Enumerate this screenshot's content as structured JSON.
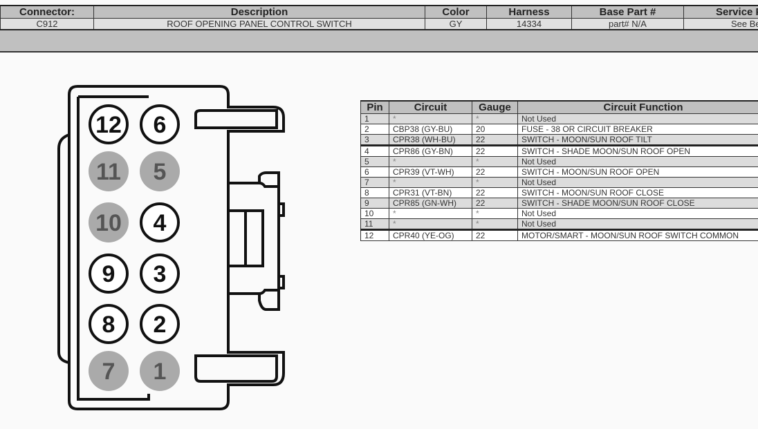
{
  "header": {
    "columns": [
      "Connector:",
      "Description",
      "Color",
      "Harness",
      "Base Part #",
      "Service Pack"
    ],
    "row": [
      "C912",
      "ROOF OPENING PANEL CONTROL SWITCH",
      "GY",
      "14334",
      "part# N/A",
      "See Below"
    ]
  },
  "pin_table": {
    "columns": [
      "Pin",
      "Circuit",
      "Gauge",
      "Circuit Function"
    ],
    "rows": [
      [
        "1",
        "*",
        "*",
        "Not Used"
      ],
      [
        "2",
        "CBP38 (GY-BU)",
        "20",
        "FUSE - 38 OR CIRCUIT BREAKER"
      ],
      [
        "3",
        "CPR38 (WH-BU)",
        "22",
        "SWITCH - MOON/SUN ROOF TILT"
      ],
      [
        "4",
        "CPR86 (GY-BN)",
        "22",
        "SWITCH - SHADE MOON/SUN ROOF OPEN"
      ],
      [
        "5",
        "*",
        "*",
        "Not Used"
      ],
      [
        "6",
        "CPR39 (VT-WH)",
        "22",
        "SWITCH - MOON/SUN ROOF OPEN"
      ],
      [
        "7",
        "*",
        "*",
        "Not Used"
      ],
      [
        "8",
        "CPR31 (VT-BN)",
        "22",
        "SWITCH - MOON/SUN ROOF CLOSE"
      ],
      [
        "9",
        "CPR85 (GN-WH)",
        "22",
        "SWITCH - SHADE MOON/SUN ROOF CLOSE"
      ],
      [
        "10",
        "*",
        "*",
        "Not Used"
      ],
      [
        "11",
        "*",
        "*",
        "Not Used"
      ],
      [
        "12",
        "CPR40 (YE-OG)",
        "22",
        "MOTOR/SMART - MOON/SUN ROOF SWITCH COMMON"
      ]
    ]
  },
  "connector_pins": [
    {
      "label": "12",
      "used": true
    },
    {
      "label": "6",
      "used": true
    },
    {
      "label": "11",
      "used": false
    },
    {
      "label": "5",
      "used": false
    },
    {
      "label": "10",
      "used": false
    },
    {
      "label": "4",
      "used": true
    },
    {
      "label": "9",
      "used": true
    },
    {
      "label": "3",
      "used": true
    },
    {
      "label": "8",
      "used": true
    },
    {
      "label": "2",
      "used": true
    },
    {
      "label": "7",
      "used": false
    },
    {
      "label": "1",
      "used": false
    }
  ],
  "colors": {
    "used_fill": "#ffffff",
    "unused_fill": "#aaaaaa",
    "unused_text": "#555555"
  }
}
